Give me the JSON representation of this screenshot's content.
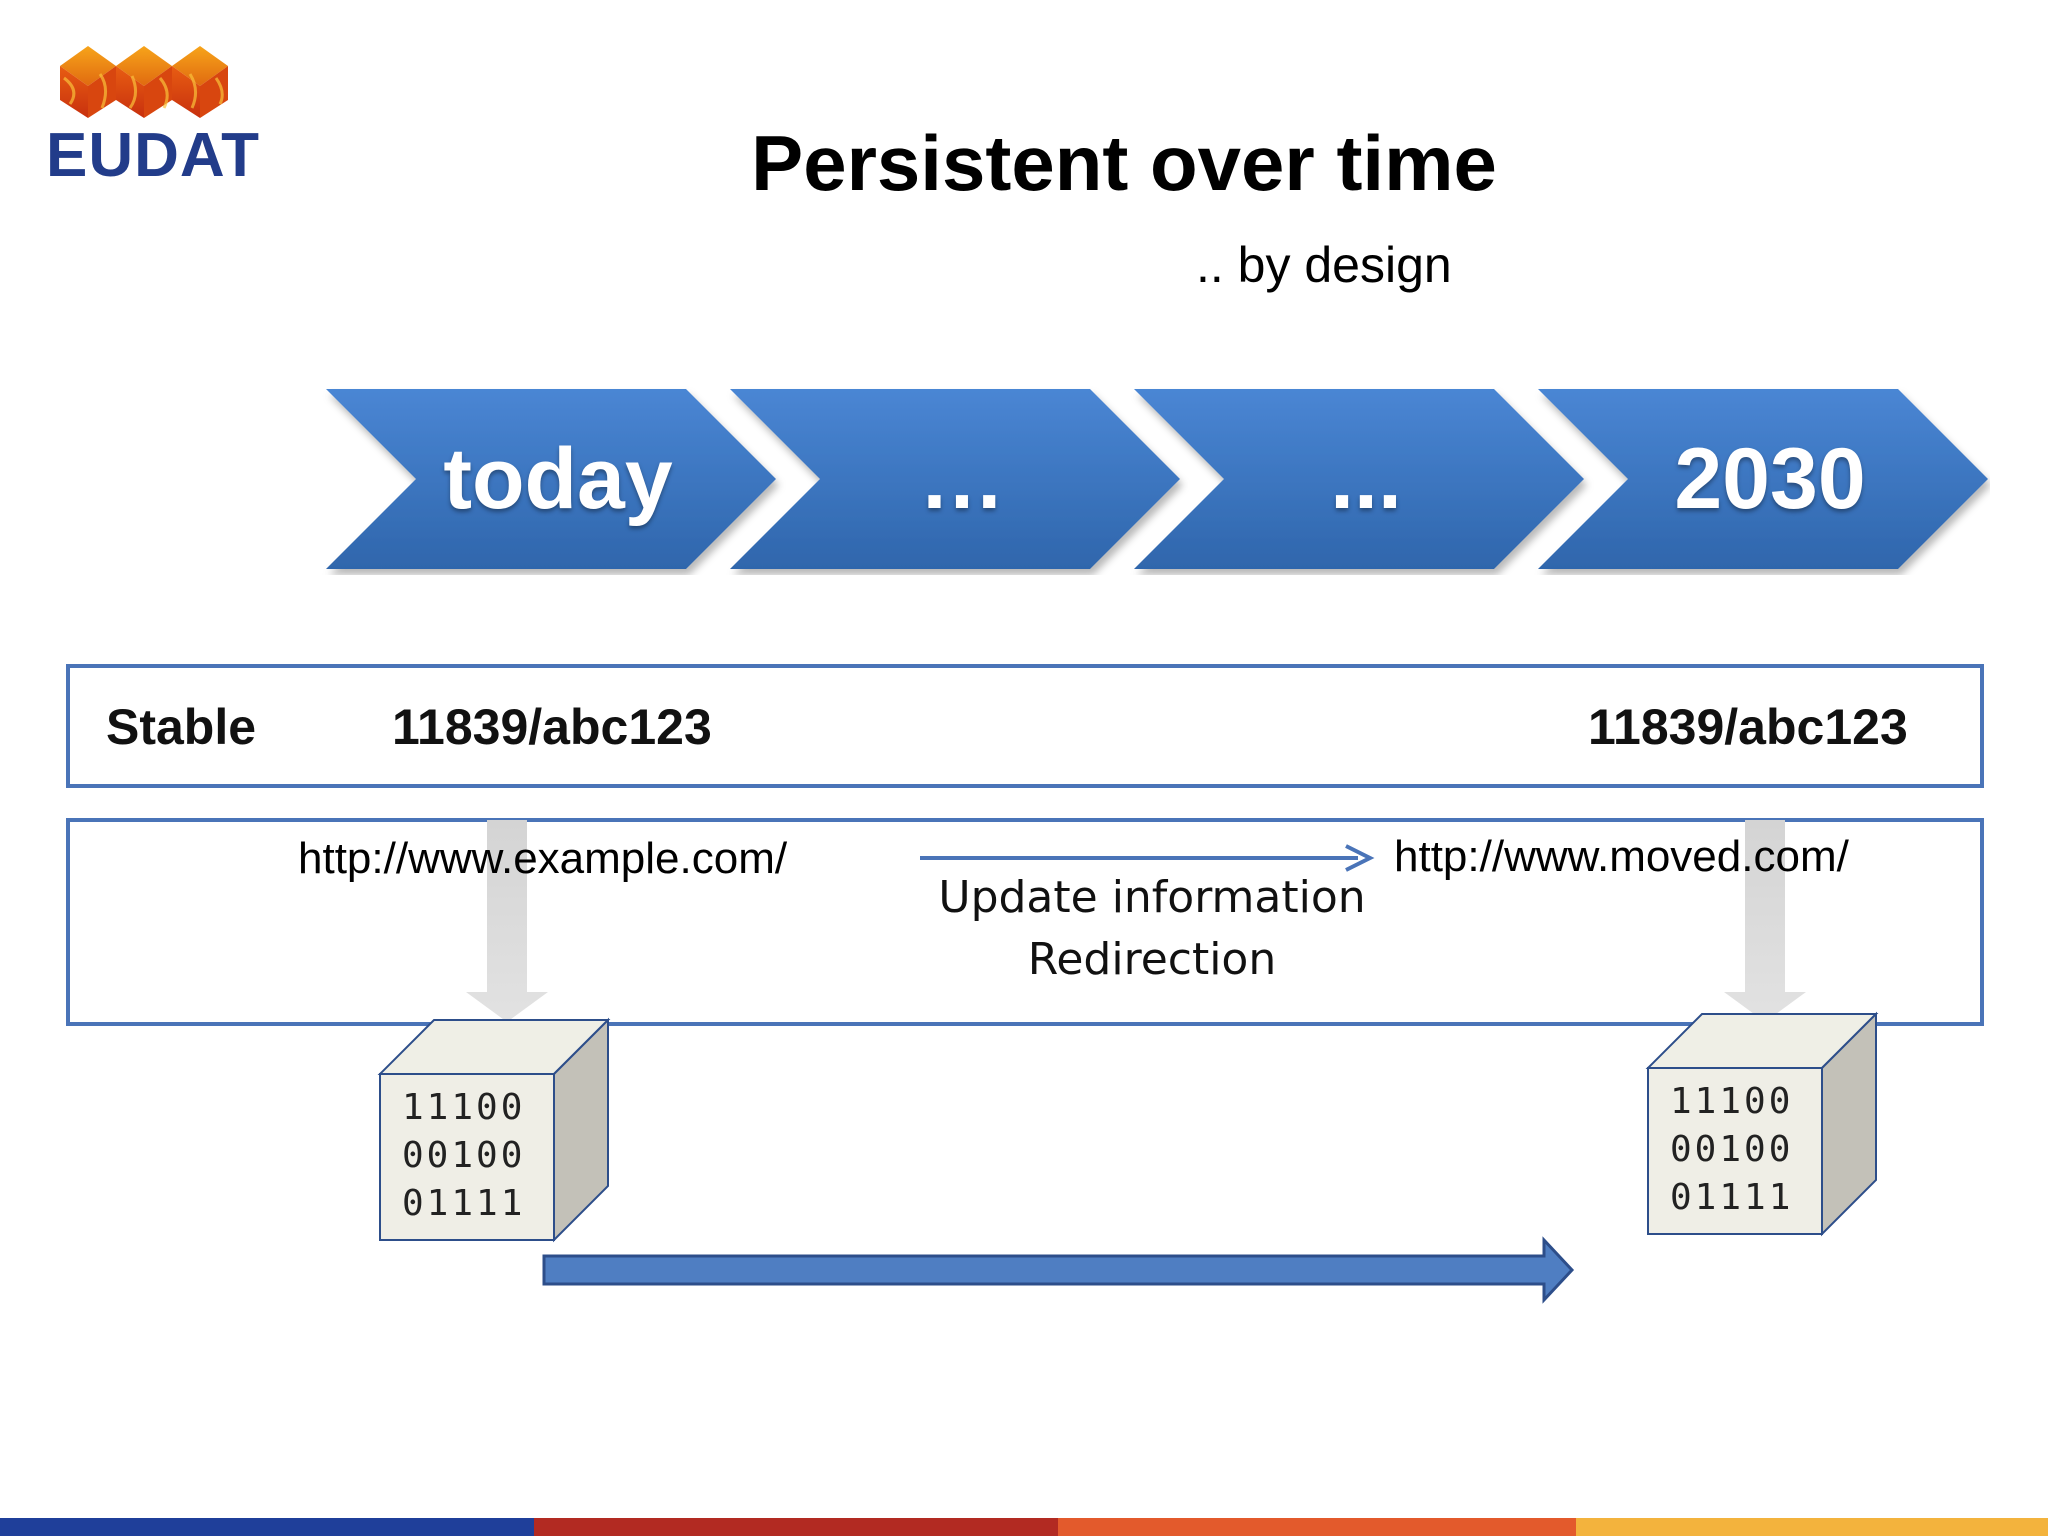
{
  "logo": {
    "text": "EUDAT"
  },
  "title": "Persistent over time",
  "subtitle": ".. by design",
  "timeline": {
    "steps": [
      {
        "label": "today"
      },
      {
        "label": "…"
      },
      {
        "label": "..."
      },
      {
        "label": "2030"
      }
    ],
    "fill_top": "#4a86d4",
    "fill_bottom": "#2f66ac"
  },
  "stable_row": {
    "label": "Stable",
    "handle_start": "11839/abc123",
    "handle_end": "11839/abc123"
  },
  "redirect_row": {
    "url_old": "http://www.example.com/",
    "url_new": "http://www.moved.com/",
    "note_line1": "Update information",
    "note_line2": "Redirection"
  },
  "data_objects": [
    {
      "bits": [
        "11100",
        "00100",
        "01111"
      ]
    },
    {
      "bits": [
        "11100",
        "00100",
        "01111"
      ]
    }
  ],
  "colors": {
    "accent_blue": "#4a74b8",
    "bar_1": "#1f3f9a",
    "bar_2": "#b22a22",
    "bar_3": "#e35a2c",
    "bar_4": "#f3b33d"
  }
}
